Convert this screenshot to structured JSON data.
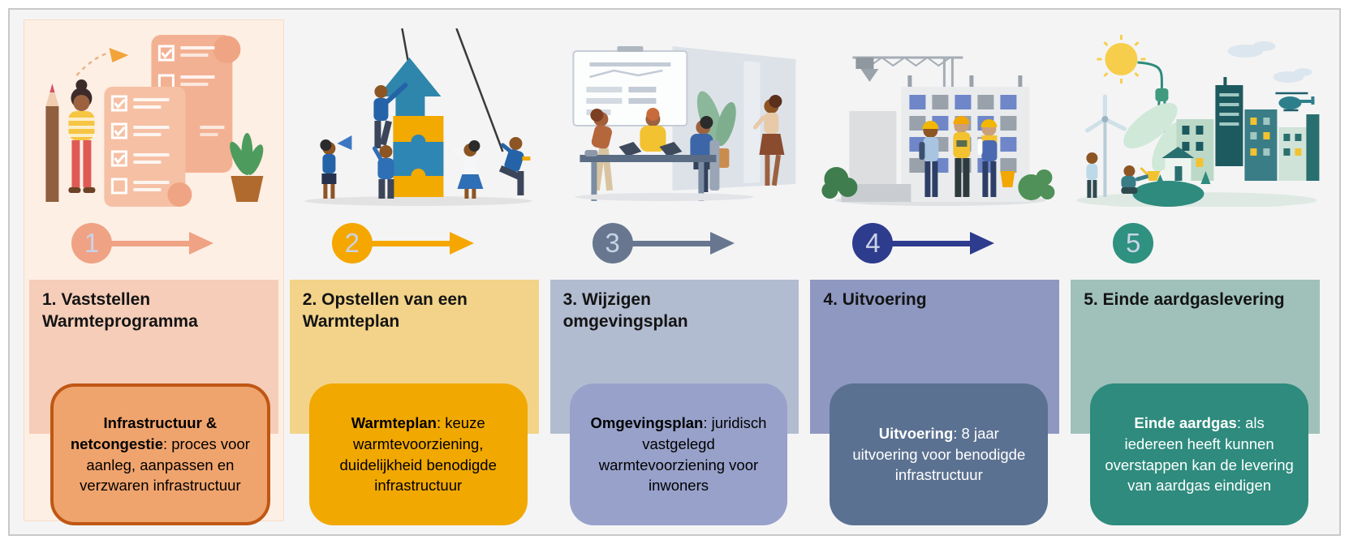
{
  "frame": {
    "background": "#f4f4f5",
    "border_color": "#c7c9cb"
  },
  "steps": [
    {
      "number": "1",
      "title": "1. Vaststellen\nWarmteprogramma",
      "card": {
        "bold": "Infrastructuur & netcongestie",
        "text": ": proces voor aanleg, aanpassen en verzwaren infrastructuur"
      },
      "illustration": "woman-with-giant-pencil-and-checklists",
      "colors": {
        "column_bg": "#fdefe4",
        "panel": "#f6cdb8",
        "card_bg": "#f0a46d",
        "card_border": "#bf5714",
        "card_text": "#000000",
        "circle": "#f0a285",
        "arrow": "#f0a285"
      }
    },
    {
      "number": "2",
      "title": "2. Opstellen van een\nWarmteplan",
      "card": {
        "bold": "Warmteplan",
        "text": ": keuze warmtevoorziening, duidelijkheid benodigde infrastructuur"
      },
      "illustration": "team-building-puzzle-with-arrow",
      "colors": {
        "panel": "#f2d389",
        "card_bg": "#f1a800",
        "card_text": "#000000",
        "circle": "#f5a700",
        "arrow": "#f5a700"
      }
    },
    {
      "number": "3",
      "title": "3. Wijzigen\nomgevingsplan",
      "card": {
        "bold": "Omgevingsplan",
        "text": ": juridisch vastgelegd warmtevoorziening voor inwoners"
      },
      "illustration": "meeting-room-discussion",
      "colors": {
        "panel": "#b2bcd0",
        "card_bg": "#98a1ca",
        "card_text": "#000000",
        "circle": "#68778f",
        "arrow": "#68778f"
      }
    },
    {
      "number": "4",
      "title": "4. Uitvoering",
      "card": {
        "bold": "Uitvoering",
        "text": ": 8 jaar uitvoering voor benodigde infrastructuur"
      },
      "illustration": "construction-site-workers",
      "colors": {
        "panel": "#8e98c1",
        "card_bg": "#5b7191",
        "card_text": "#ffffff",
        "circle": "#2e3c8e",
        "arrow": "#2e3c8e"
      }
    },
    {
      "number": "5",
      "title": "5. Einde aardgaslevering",
      "card": {
        "bold": "Einde aardgas",
        "text": ": als iedereen heeft kunnen overstappen kan de levering van aardgas eindigen"
      },
      "illustration": "sustainable-green-city",
      "colors": {
        "panel": "#9fc1ba",
        "card_bg": "#2e8b7d",
        "card_text": "#ffffff",
        "circle": "#2f9180"
      }
    }
  ]
}
